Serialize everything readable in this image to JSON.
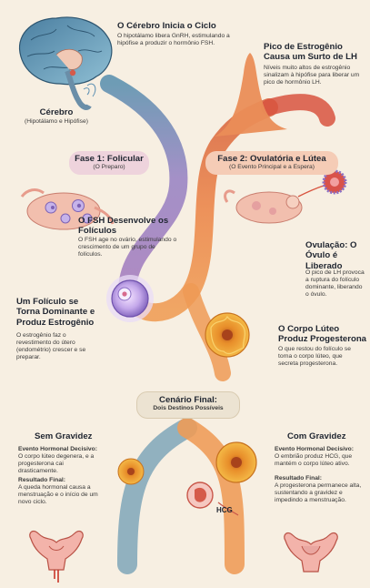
{
  "brain": {
    "title": "O Cérebro Inicia o Ciclo",
    "desc": "O hipotálamo libera GnRH, estimulando a hipófise a produzir o hormônio FSH.",
    "label": "Cérebro",
    "sublabel": "(Hipotálamo e Hipófise)"
  },
  "estrogen_peak": {
    "title": "Pico de Estrogênio Causa um Surto de LH",
    "desc": "Níveis muito altos de estrogênio sinalizam à hipófise para liberar um pico de hormônio LH."
  },
  "phase1": {
    "title": "Fase 1: Folicular",
    "subtitle": "(O Preparo)"
  },
  "phase2": {
    "title": "Fase 2: Ovulatória e Lútea",
    "subtitle": "(O Evento Principal e a Espera)"
  },
  "fsh": {
    "title": "O FSH Desenvolve os Folículos",
    "desc": "O FSH age no ovário, estimulando o crescimento de um grupo de folículos."
  },
  "dominant": {
    "title": "Um Folículo se Torna Dominante e Produz Estrogênio",
    "desc": "O estrogênio faz o revestimento do útero (endométrio) crescer e se preparar."
  },
  "ovulation": {
    "title": "Ovulação: O Óvulo é Liberado",
    "desc": "O pico de LH provoca a ruptura do folículo dominante, liberando o óvulo."
  },
  "corpus": {
    "title": "O Corpo Lúteo Produz Progesterona",
    "desc": "O que restou do folículo se torna o corpo lúteo, que secreta progesterona."
  },
  "final": {
    "title": "Cenário Final:",
    "subtitle": "Dois Destinos Possíveis"
  },
  "no_pregnancy": {
    "title": "Sem Gravidez",
    "event_label": "Evento Hormonal Decisivo:",
    "event_desc": "O corpo lúteo degenera, e a progesterona cai drasticamente.",
    "result_label": "Resultado Final:",
    "result_desc": "A queda hormonal causa a menstruação e o início de um novo ciclo."
  },
  "pregnancy": {
    "title": "Com Gravidez",
    "event_label": "Evento Hormonal Decisivo:",
    "event_desc": "O embrião produz HCG, que mantém o corpo lúteo ativo.",
    "result_label": "Resultado Final:",
    "result_desc": "A progesterona permanece alta, sustentando a gravidez e impedindo a menstruação."
  },
  "hcg_label": "HCG",
  "colors": {
    "background": "#f7efe2",
    "path_blue": "#5f93b0",
    "path_purple": "#a77fbf",
    "path_orange": "#ee8a4e",
    "path_red": "#d8543f",
    "follicle_purple": "#8f74c8",
    "corpus_yellow": "#f0a42a"
  }
}
